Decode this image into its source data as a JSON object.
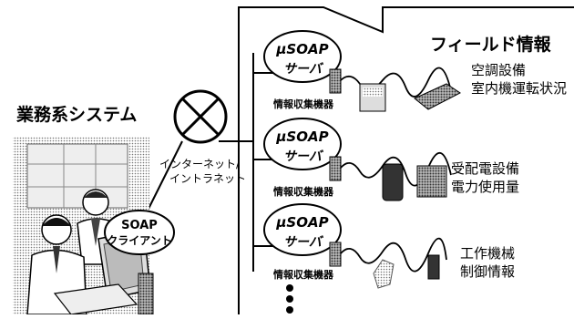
{
  "business_system": {
    "title": "業務系システム"
  },
  "field_info": {
    "title": "フィールド情報"
  },
  "network": {
    "line1": "インターネット/",
    "line2": "イントラネット"
  },
  "soap_client": {
    "line1": "SOAP",
    "line2": "クライアント"
  },
  "servers": [
    {
      "line1": "μSOAP",
      "line2": "サーバ",
      "collector": "情報収集機器",
      "info1": "空調設備",
      "info2": "室内機運転状況"
    },
    {
      "line1": "μSOAP",
      "line2": "サーバ",
      "collector": "情報収集機器",
      "info1": "受配電設備",
      "info2": "電力使用量"
    },
    {
      "line1": "μSOAP",
      "line2": "サーバ",
      "collector": "情報収集機器",
      "info1": "工作機械",
      "info2": "制御情報"
    }
  ]
}
